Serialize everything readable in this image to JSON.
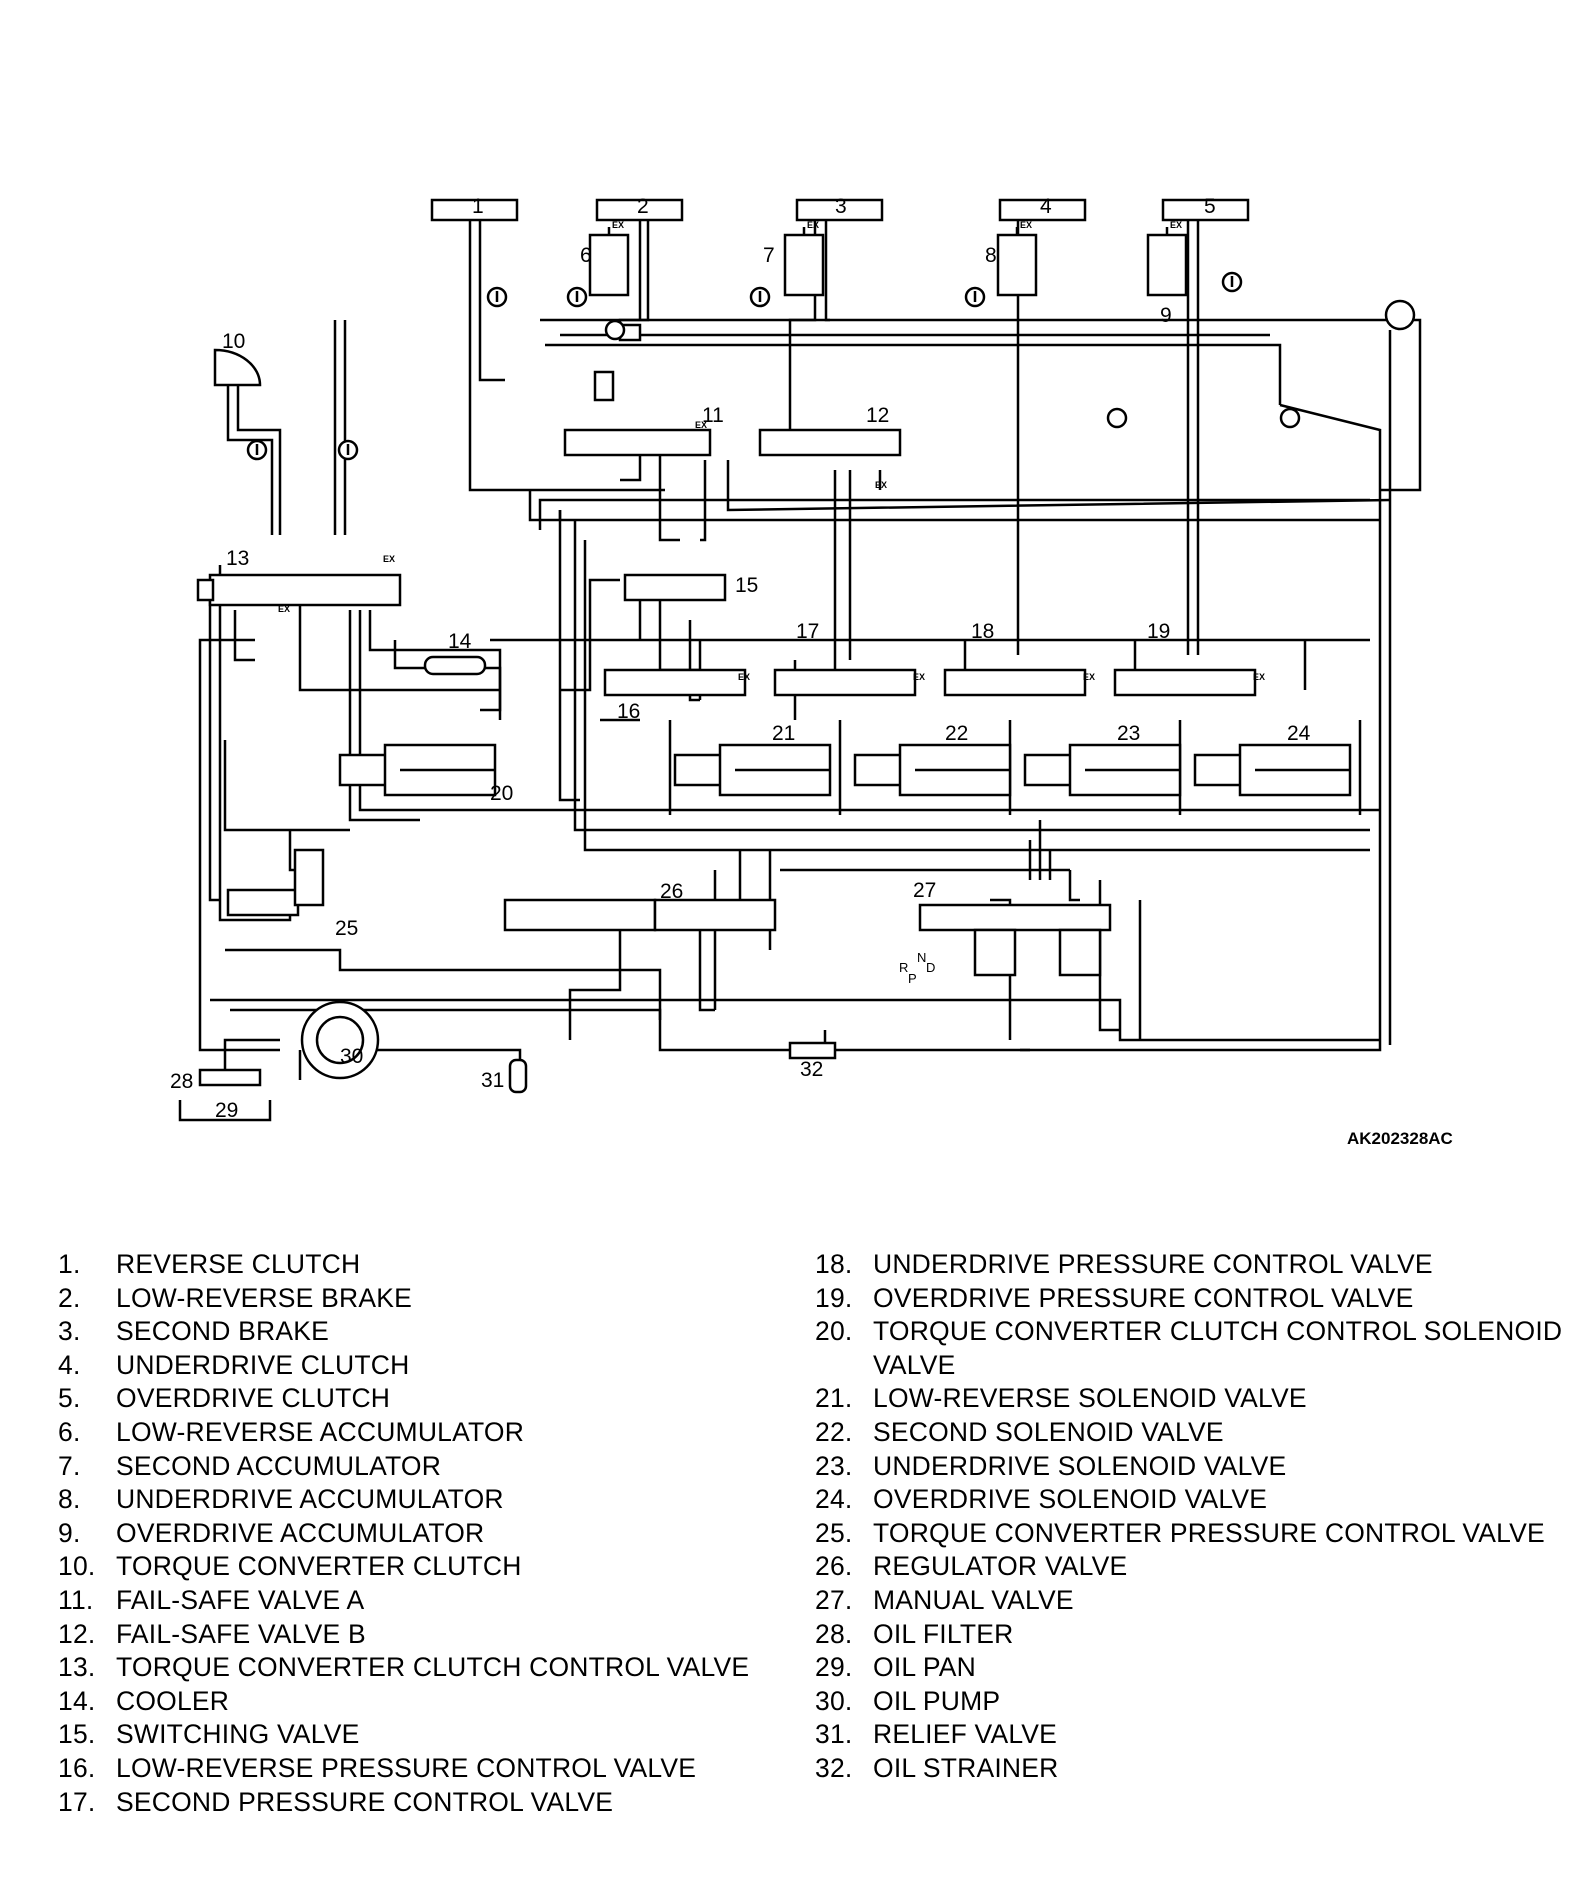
{
  "diagram": {
    "code": "AK202328AC",
    "callouts": [
      "1",
      "2",
      "3",
      "4",
      "5",
      "6",
      "7",
      "8",
      "9",
      "10",
      "11",
      "12",
      "13",
      "14",
      "15",
      "16",
      "17",
      "18",
      "19",
      "20",
      "21",
      "22",
      "23",
      "24",
      "25",
      "26",
      "27",
      "28",
      "29",
      "30",
      "31",
      "32"
    ],
    "symbols": {
      "exhaust": "EX",
      "manual_positions": [
        "R",
        "P",
        "N",
        "D"
      ]
    }
  },
  "legend": {
    "left": [
      {
        "num": "1.",
        "text": "REVERSE CLUTCH"
      },
      {
        "num": "2.",
        "text": "LOW-REVERSE BRAKE"
      },
      {
        "num": "3.",
        "text": "SECOND BRAKE"
      },
      {
        "num": "4.",
        "text": "UNDERDRIVE CLUTCH"
      },
      {
        "num": "5.",
        "text": "OVERDRIVE CLUTCH"
      },
      {
        "num": "6.",
        "text": "LOW-REVERSE ACCUMULATOR"
      },
      {
        "num": "7.",
        "text": "SECOND ACCUMULATOR"
      },
      {
        "num": "8.",
        "text": "UNDERDRIVE ACCUMULATOR"
      },
      {
        "num": "9.",
        "text": "OVERDRIVE ACCUMULATOR"
      },
      {
        "num": "10.",
        "text": "TORQUE CONVERTER CLUTCH"
      },
      {
        "num": "11.",
        "text": "FAIL-SAFE VALVE A"
      },
      {
        "num": "12.",
        "text": "FAIL-SAFE VALVE B"
      },
      {
        "num": "13.",
        "text": "TORQUE CONVERTER CLUTCH CONTROL VALVE"
      },
      {
        "num": "14.",
        "text": "COOLER"
      },
      {
        "num": "15.",
        "text": "SWITCHING VALVE"
      },
      {
        "num": "16.",
        "text": "LOW-REVERSE PRESSURE CONTROL VALVE"
      },
      {
        "num": "17.",
        "text": "SECOND PRESSURE CONTROL VALVE"
      }
    ],
    "right": [
      {
        "num": "18.",
        "text": "UNDERDRIVE PRESSURE CONTROL VALVE"
      },
      {
        "num": "19.",
        "text": "OVERDRIVE PRESSURE CONTROL VALVE"
      },
      {
        "num": "20.",
        "text": "TORQUE CONVERTER CLUTCH CONTROL SOLENOID VALVE"
      },
      {
        "num": "21.",
        "text": "LOW-REVERSE SOLENOID VALVE"
      },
      {
        "num": "22.",
        "text": "SECOND SOLENOID VALVE"
      },
      {
        "num": "23.",
        "text": "UNDERDRIVE SOLENOID VALVE"
      },
      {
        "num": "24.",
        "text": "OVERDRIVE SOLENOID VALVE"
      },
      {
        "num": "25.",
        "text": "TORQUE CONVERTER PRESSURE CONTROL VALVE"
      },
      {
        "num": "26.",
        "text": "REGULATOR VALVE"
      },
      {
        "num": "27.",
        "text": "MANUAL VALVE"
      },
      {
        "num": "28.",
        "text": "OIL FILTER"
      },
      {
        "num": "29.",
        "text": "OIL PAN"
      },
      {
        "num": "30.",
        "text": "OIL PUMP"
      },
      {
        "num": "31.",
        "text": "RELIEF VALVE"
      },
      {
        "num": "32.",
        "text": "OIL STRAINER"
      }
    ]
  }
}
